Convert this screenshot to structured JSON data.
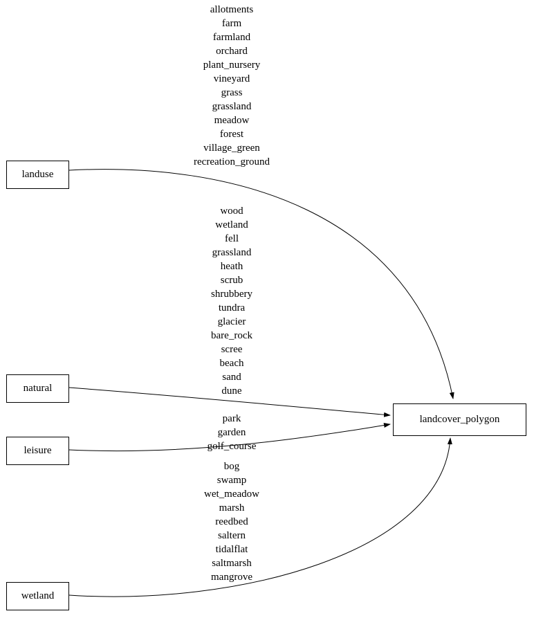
{
  "diagram": {
    "type": "graph",
    "direction": "left-to-right"
  },
  "nodes": {
    "landuse": {
      "label": "landuse"
    },
    "natural": {
      "label": "natural"
    },
    "leisure": {
      "label": "leisure"
    },
    "wetland": {
      "label": "wetland"
    },
    "landcover_polygon": {
      "label": "landcover_polygon"
    }
  },
  "edge_labels": {
    "landuse": [
      "allotments",
      "farm",
      "farmland",
      "orchard",
      "plant_nursery",
      "vineyard",
      "grass",
      "grassland",
      "meadow",
      "forest",
      "village_green",
      "recreation_ground"
    ],
    "natural": [
      "wood",
      "wetland",
      "fell",
      "grassland",
      "heath",
      "scrub",
      "shrubbery",
      "tundra",
      "glacier",
      "bare_rock",
      "scree",
      "beach",
      "sand",
      "dune"
    ],
    "leisure": [
      "park",
      "garden",
      "golf_course"
    ],
    "wetland": [
      "bog",
      "swamp",
      "wet_meadow",
      "marsh",
      "reedbed",
      "saltern",
      "tidalflat",
      "saltmarsh",
      "mangrove"
    ]
  },
  "edges": [
    {
      "from": "landuse",
      "to": "landcover_polygon"
    },
    {
      "from": "natural",
      "to": "landcover_polygon"
    },
    {
      "from": "leisure",
      "to": "landcover_polygon"
    },
    {
      "from": "wetland",
      "to": "landcover_polygon"
    }
  ],
  "colors": {
    "background": "#ffffff",
    "node_border": "#000000",
    "text": "#000000",
    "edge": "#000000"
  }
}
